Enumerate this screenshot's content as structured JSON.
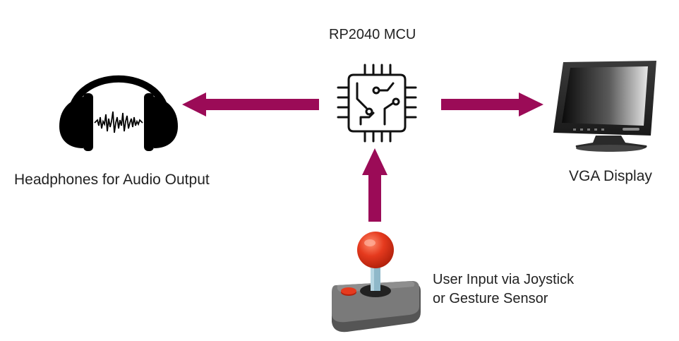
{
  "diagram": {
    "mcu": {
      "label": "RP2040 MCU"
    },
    "headphones": {
      "label": "Headphones for Audio Output"
    },
    "display": {
      "label": "VGA Display"
    },
    "input": {
      "label_line1": "User Input via Joystick",
      "label_line2": "or Gesture Sensor"
    },
    "colors": {
      "arrow": "#9b0b57",
      "line": "#111111",
      "joystick_ball": "#e53a1e",
      "joystick_base": "#6f6f6f"
    },
    "icons": [
      "headphones-icon",
      "chip-icon",
      "monitor-icon",
      "joystick-icon"
    ]
  }
}
